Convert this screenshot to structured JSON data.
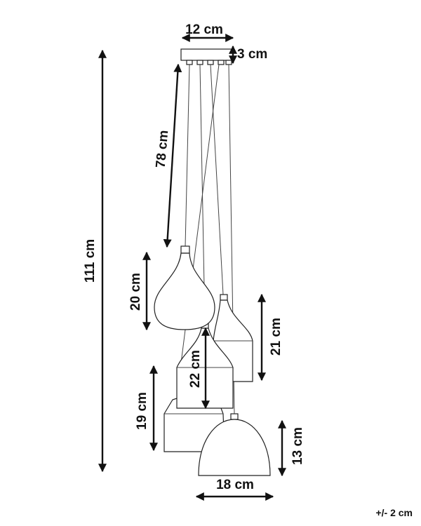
{
  "dimensions": {
    "canopy_width": "12 cm",
    "canopy_height": "3 cm",
    "cord_length": "78 cm",
    "total_height": "111 cm",
    "shade_1_height": "20 cm",
    "shade_2_height": "21 cm",
    "shade_3_height": "22 cm",
    "shade_4_height": "19 cm",
    "shade_5_height": "13 cm",
    "shade_5_width": "18 cm"
  },
  "tolerance": "+/- 2 cm",
  "colors": {
    "line": "#111111",
    "outline": "#222222",
    "background": "#ffffff"
  }
}
